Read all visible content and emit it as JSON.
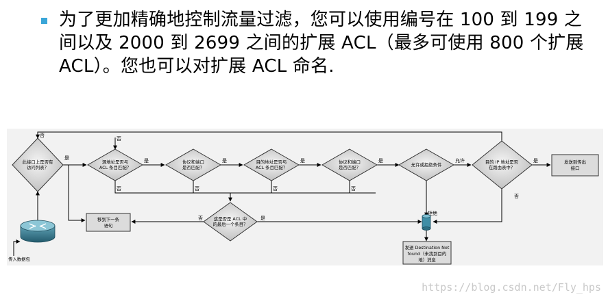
{
  "slide": {
    "bullet_text": "为了更加精确地控制流量过滤，您可以使用编号在 100 到 199 之间以及 2000 到 2699 之间的扩展 ACL（最多可使用 800 个扩展 ACL）。您也可以对扩展 ACL 命名."
  },
  "flowchart": {
    "nodes": {
      "d1": [
        "此接口上是否有",
        "访问列表？"
      ],
      "d2": [
        "源地址是否与",
        "ACL 条目匹配？"
      ],
      "d3": [
        "协议和端口",
        "是否匹配？"
      ],
      "d4": [
        "目的地址是否与",
        "ACL 条目匹配？"
      ],
      "d5": [
        "协议和端口",
        "是否匹配？"
      ],
      "d6": [
        "允许或拒绝条件"
      ],
      "d7": [
        "目的 IP 地址是否",
        "在路由表中？"
      ],
      "d8": [
        "这是否是 ACL 中",
        "的最后一个条目？"
      ],
      "forward_box": [
        "发送到传出",
        "接口"
      ],
      "next_stmt_box": [
        "移到下一条",
        "语句"
      ],
      "unreach_box": [
        "发送 Destination Not",
        "found（未找到目的",
        "地）消息"
      ]
    },
    "edge_labels": {
      "yes": "是",
      "no": "否",
      "permit": "允许",
      "deny": "拒绝"
    },
    "router_label": "传入数据包"
  },
  "watermark": "https://blog.csdn.net/Fly_hps"
}
